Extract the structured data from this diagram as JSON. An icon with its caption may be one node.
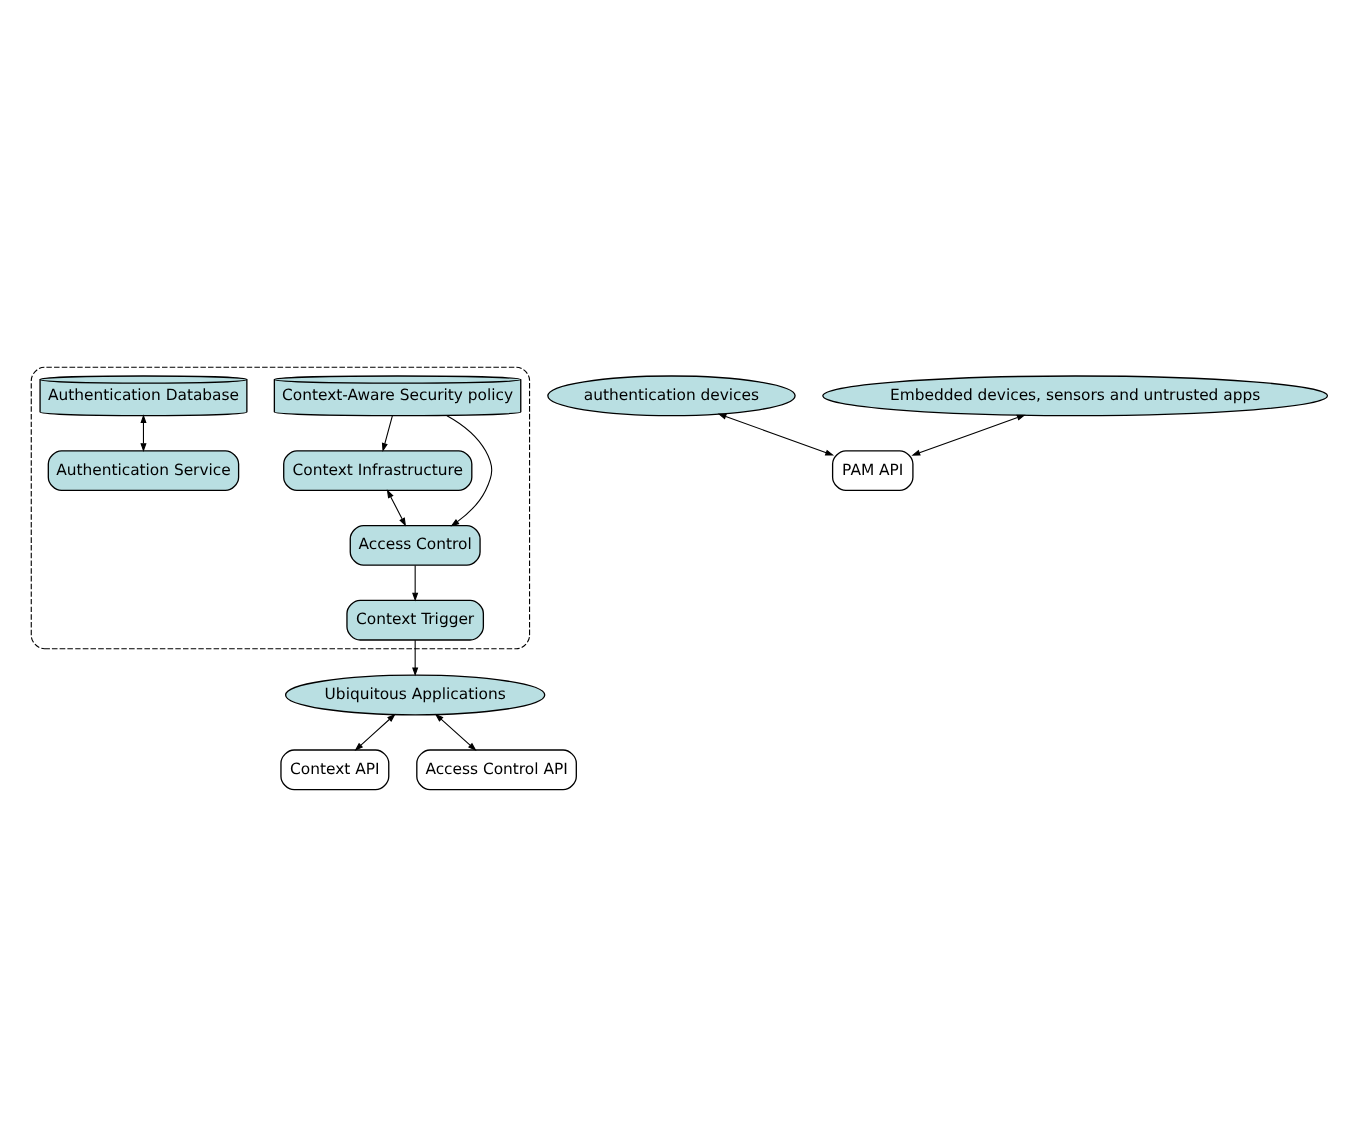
{
  "diagram": {
    "nodes": [
      {
        "text": [
          "Ubiquitous Applications"
        ]
      },
      {
        "text": [
          "Context API"
        ]
      },
      {
        "text": [],
        "shape": "box"
      },
      {
        "text": [
          "Context Trigger"
        ],
        "in": 2
      },
      {
        "text": [
          "Access Control API"
        ]
      },
      {
        "text": [
          "Context Infrastructure"
        ],
        "in": 2
      },
      {
        "text": [
          "Context-Aware Security policy"
        ],
        "in": 2
      },
      {
        "text": [
          "Authentication Database"
        ],
        "in": 2
      },
      {
        "text": [
          "Authentication Service"
        ],
        "in": 2
      },
      {
        "text": [
          "Access Control"
        ],
        "in": 2
      },
      {
        "text": [
          "PAM API"
        ]
      },
      {
        "text": [
          "authentication devices"
        ]
      },
      {
        "text": [
          "Embedded devices, sensors and untrusted apps"
        ]
      }
    ],
    "edges": [
      {
        "from": 0,
        "to": 1,
        "arrow": "both"
      },
      {
        "from": 3,
        "to": 0,
        "arrow": "to"
      },
      {
        "from": 0,
        "to": 4,
        "arrow": "both"
      },
      {
        "from": 9,
        "to": 3,
        "arrow": "to"
      },
      {
        "from": 5,
        "to": 9,
        "arrow": "both"
      },
      {
        "from": 6,
        "to": 5,
        "arrow": "to"
      },
      {
        "from": 6,
        "to": 9,
        "arrow": "to"
      },
      {
        "from": 7,
        "to": 8,
        "arrow": "both"
      },
      {
        "from": 11,
        "to": 10,
        "arrow": "both"
      },
      {
        "from": 12,
        "to": 10,
        "arrow": "both"
      }
    ]
  }
}
